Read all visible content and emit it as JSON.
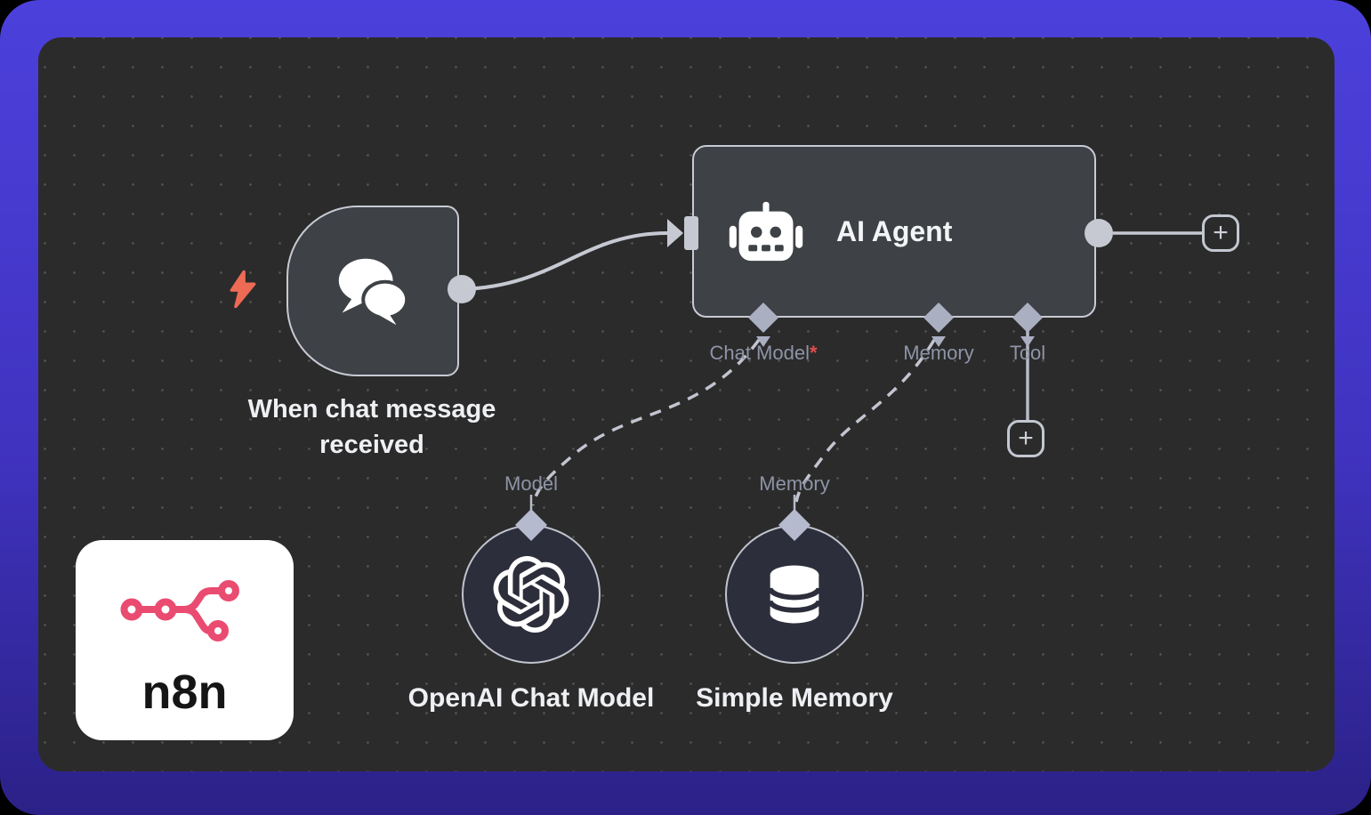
{
  "workflow": {
    "trigger": {
      "label_line1": "When chat message",
      "label_line2": "received"
    },
    "agent": {
      "title": "AI Agent",
      "sub_ports": {
        "chat_model": "Chat Model",
        "required_marker": "*",
        "memory": "Memory",
        "tool": "Tool"
      }
    },
    "model_node": {
      "input_label": "Model",
      "name": "OpenAI Chat Model"
    },
    "memory_node": {
      "input_label": "Memory",
      "name": "Simple Memory"
    },
    "add_button": "+"
  },
  "branding": {
    "logo_text": "n8n"
  },
  "colors": {
    "frame_gradient_top": "#4c40dc",
    "frame_gradient_bottom": "#2b2187",
    "canvas_background": "#2b2b2b",
    "node_fill": "#3e4145",
    "node_border": "#c7cad3",
    "circle_node_fill": "#2d2e3b",
    "connector": "#c6c9d2",
    "port_diamond": "#abafc2",
    "muted_label": "#8e94a6",
    "required_star": "#e14d4d",
    "lightning_bolt": "#ed6a55",
    "n8n_pink": "#ea4b71"
  }
}
